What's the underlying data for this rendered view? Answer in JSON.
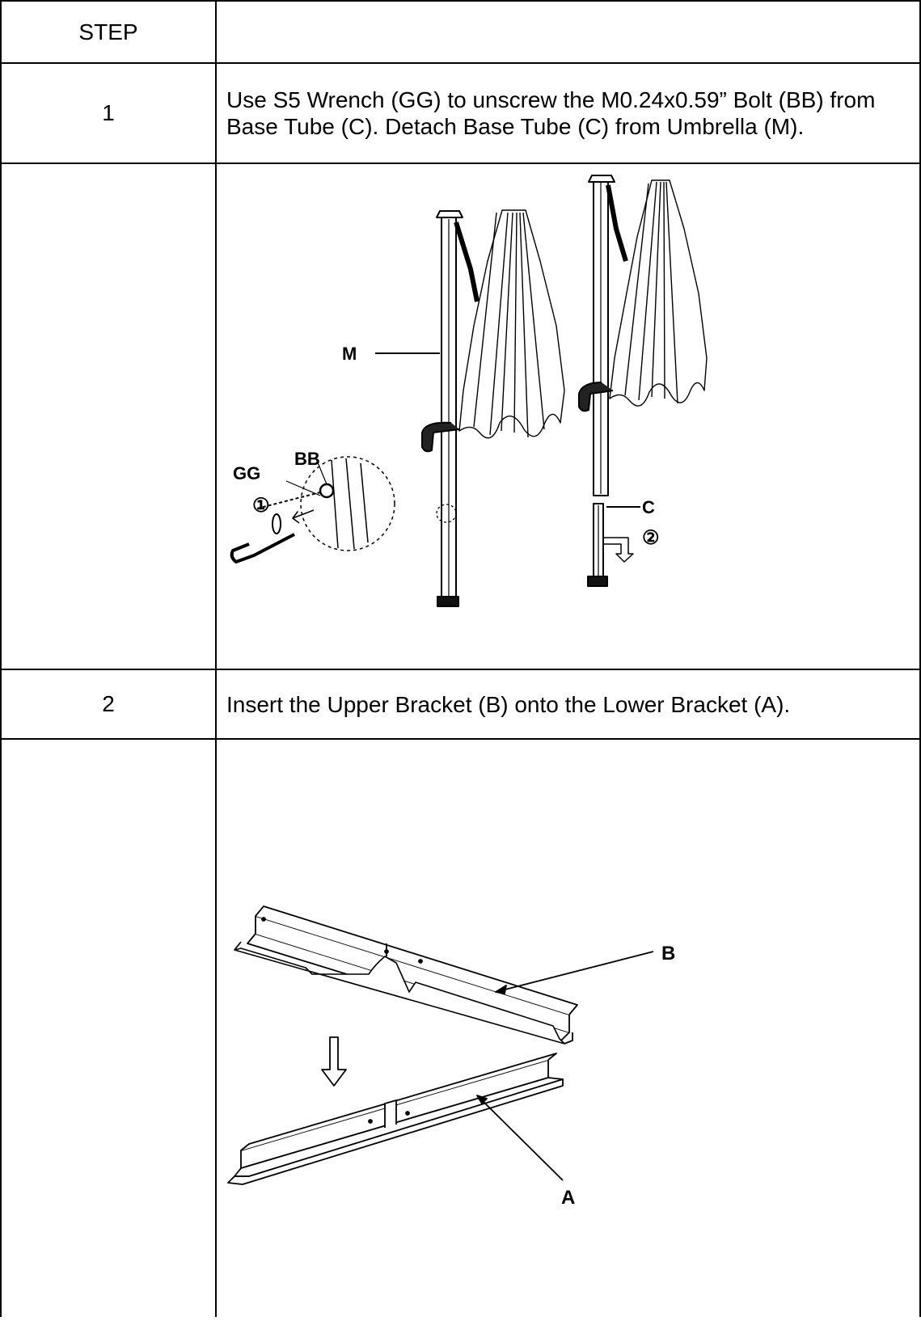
{
  "table": {
    "header": {
      "step_label": "STEP",
      "description_label": ""
    },
    "rows": [
      {
        "step": "1",
        "instruction": "Use S5 Wrench (GG) to unscrew the M0.24x0.59” Bolt (BB) from Base Tube (C). Detach Base Tube (C) from Umbrella (M).",
        "figure": {
          "callouts": {
            "umbrella": "M",
            "bolt": "BB",
            "wrench": "GG",
            "base_tube": "C"
          },
          "order_markers": {
            "first": "①",
            "second": "②"
          }
        }
      },
      {
        "step": "2",
        "instruction": "Insert the Upper Bracket (B) onto the Lower Bracket (A).",
        "figure": {
          "callouts": {
            "upper_bracket": "B",
            "lower_bracket": "A"
          }
        }
      }
    ]
  }
}
